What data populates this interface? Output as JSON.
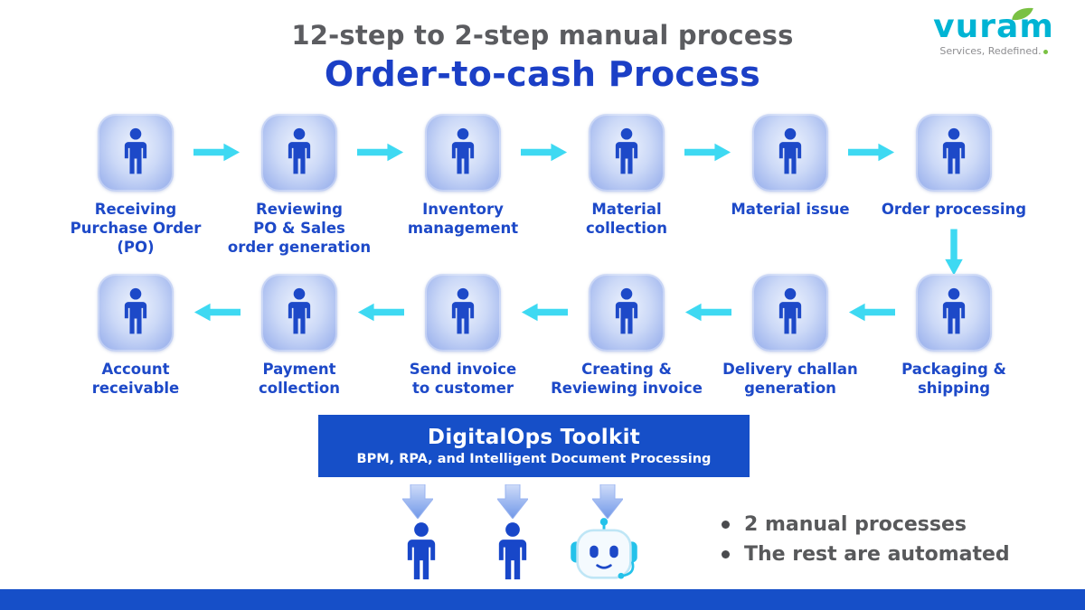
{
  "header": {
    "subtitle": "12-step to 2-step manual process",
    "title": "Order-to-cash Process"
  },
  "logo": {
    "brand": "vuram",
    "tagline": "Services, Redefined."
  },
  "flow": {
    "row1_direction": "left-to-right",
    "row1": [
      "Receiving\nPurchase Order\n(PO)",
      "Reviewing\nPO & Sales\norder generation",
      "Inventory\nmanagement",
      "Material\ncollection",
      "Material issue",
      "Order processing"
    ],
    "row2_direction": "right-to-left",
    "row2": [
      "Account\nreceivable",
      "Payment\ncollection",
      "Send invoice\nto customer",
      "Creating &\nReviewing invoice",
      "Delivery challan\ngeneration",
      "Packaging &\nshipping"
    ]
  },
  "toolkit": {
    "title": "DigitalOps Toolkit",
    "subtitle": "BPM, RPA, and Intelligent Document Processing"
  },
  "legend": [
    "2 manual processes",
    "The rest are automated"
  ],
  "icons": {
    "step_icon": "person-icon",
    "flow_icon": "cyan-arrow-icon",
    "output_icons": [
      "person-icon",
      "person-icon",
      "robot-icon"
    ],
    "logo_icon": "leaf-icon"
  },
  "colors": {
    "accent_cyan": "#3ED9F2",
    "primary_blue": "#1D49C8",
    "banner_blue": "#164FC8",
    "title_blue": "#1B3FC6",
    "subtitle_gray": "#5B5C60",
    "legend_gray": "#58595B",
    "logo_teal": "#00B4D4",
    "leaf_green": "#7AC143",
    "tile_fill": "#C7D5F6"
  }
}
